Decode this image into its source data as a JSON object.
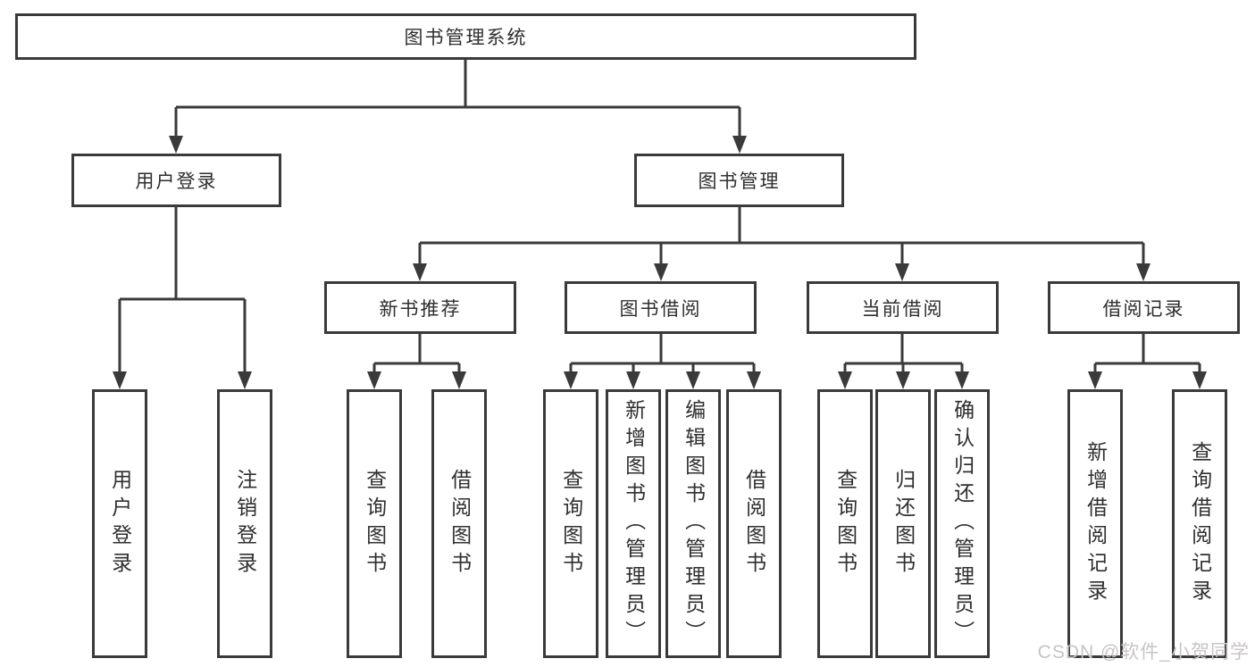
{
  "diagram": {
    "type": "hierarchy-tree",
    "watermark": "CSDN @软件_小贺同学",
    "colors": {
      "background": "#ffffff",
      "box_fill": "#ffffff",
      "box_border": "#3a3a3a",
      "connector_line": "#3a3a3a",
      "text": "#2f2f2f",
      "watermark_text": "#c8c4c4"
    },
    "nodes": {
      "root": {
        "label": "图书管理系统"
      },
      "user_login": {
        "label": "用户登录"
      },
      "book_mgmt": {
        "label": "图书管理"
      },
      "new_book_rec": {
        "label": "新书推荐"
      },
      "book_borrow": {
        "label": "图书借阅"
      },
      "current_borrow": {
        "label": "当前借阅"
      },
      "borrow_record": {
        "label": "借阅记录"
      },
      "leaf_user_login": {
        "label": "用户登录"
      },
      "leaf_logout": {
        "label": "注销登录"
      },
      "leaf_nbr_query": {
        "label": "查询图书"
      },
      "leaf_nbr_borrow": {
        "label": "借阅图书"
      },
      "leaf_bb_query": {
        "label": "查询图书"
      },
      "leaf_bb_add": {
        "label": "新增图书（管理员）"
      },
      "leaf_bb_edit": {
        "label": "编辑图书（管理员）"
      },
      "leaf_bb_borrow": {
        "label": "借阅图书"
      },
      "leaf_cb_query": {
        "label": "查询图书"
      },
      "leaf_cb_return": {
        "label": "归还图书"
      },
      "leaf_cb_confirm": {
        "label": "确认归还（管理员）"
      },
      "leaf_br_add": {
        "label": "新增借阅记录"
      },
      "leaf_br_query": {
        "label": "查询借阅记录"
      }
    },
    "edges": [
      {
        "from": "图书管理系统",
        "to": [
          "用户登录",
          "图书管理"
        ]
      },
      {
        "from": "用户登录",
        "to": [
          "用户登录",
          "注销登录"
        ]
      },
      {
        "from": "图书管理",
        "to": [
          "新书推荐",
          "图书借阅",
          "当前借阅",
          "借阅记录"
        ]
      },
      {
        "from": "新书推荐",
        "to": [
          "查询图书",
          "借阅图书"
        ]
      },
      {
        "from": "图书借阅",
        "to": [
          "查询图书",
          "新增图书（管理员）",
          "编辑图书（管理员）",
          "借阅图书"
        ]
      },
      {
        "from": "当前借阅",
        "to": [
          "查询图书",
          "归还图书",
          "确认归还（管理员）"
        ]
      },
      {
        "from": "借阅记录",
        "to": [
          "新增借阅记录",
          "查询借阅记录"
        ]
      }
    ]
  }
}
